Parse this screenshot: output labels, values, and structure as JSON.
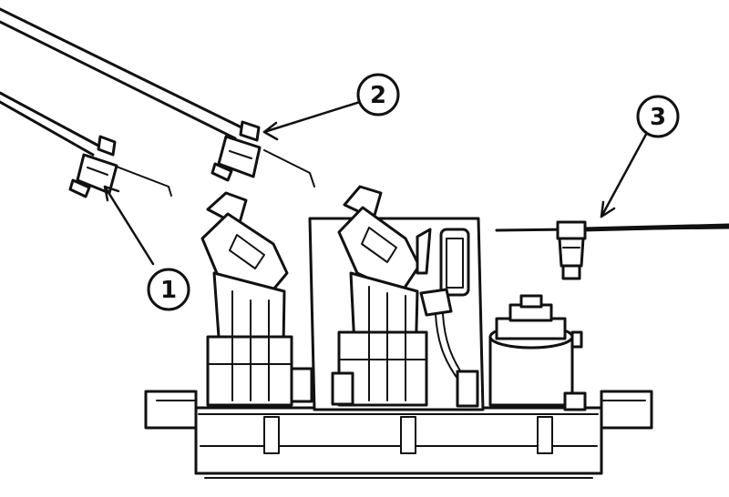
{
  "figure": {
    "callouts": [
      {
        "id": "1",
        "label": "1"
      },
      {
        "id": "2",
        "label": "2"
      },
      {
        "id": "3",
        "label": "3"
      }
    ]
  },
  "colors": {
    "ink": "#111111",
    "paper": "#ffffff"
  }
}
